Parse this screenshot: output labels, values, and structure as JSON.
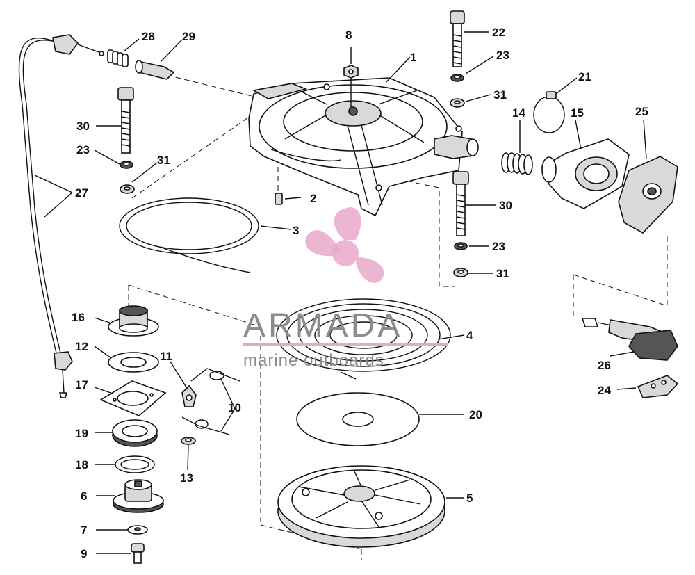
{
  "watermark": {
    "brand": "ARMADA",
    "tagline": "marine outboards",
    "color": "#e9a8c9"
  },
  "callouts": [
    {
      "id": "c1",
      "label": "1"
    },
    {
      "id": "c2",
      "label": "2"
    },
    {
      "id": "c3",
      "label": "3"
    },
    {
      "id": "c4",
      "label": "4"
    },
    {
      "id": "c5",
      "label": "5"
    },
    {
      "id": "c6",
      "label": "6"
    },
    {
      "id": "c7",
      "label": "7"
    },
    {
      "id": "c8",
      "label": "8"
    },
    {
      "id": "c9",
      "label": "9"
    },
    {
      "id": "c10",
      "label": "10"
    },
    {
      "id": "c11",
      "label": "11"
    },
    {
      "id": "c12",
      "label": "12"
    },
    {
      "id": "c13",
      "label": "13"
    },
    {
      "id": "c14",
      "label": "14"
    },
    {
      "id": "c15",
      "label": "15"
    },
    {
      "id": "c16",
      "label": "16"
    },
    {
      "id": "c17",
      "label": "17"
    },
    {
      "id": "c18",
      "label": "18"
    },
    {
      "id": "c19",
      "label": "19"
    },
    {
      "id": "c20",
      "label": "20"
    },
    {
      "id": "c21",
      "label": "21"
    },
    {
      "id": "c22",
      "label": "22"
    },
    {
      "id": "c23a",
      "label": "23"
    },
    {
      "id": "c23b",
      "label": "23"
    },
    {
      "id": "c23c",
      "label": "23"
    },
    {
      "id": "c24",
      "label": "24"
    },
    {
      "id": "c25",
      "label": "25"
    },
    {
      "id": "c26",
      "label": "26"
    },
    {
      "id": "c27",
      "label": "27"
    },
    {
      "id": "c28",
      "label": "28"
    },
    {
      "id": "c29",
      "label": "29"
    },
    {
      "id": "c30a",
      "label": "30"
    },
    {
      "id": "c30b",
      "label": "30"
    },
    {
      "id": "c31a",
      "label": "31"
    },
    {
      "id": "c31b",
      "label": "31"
    },
    {
      "id": "c31c",
      "label": "31"
    }
  ]
}
